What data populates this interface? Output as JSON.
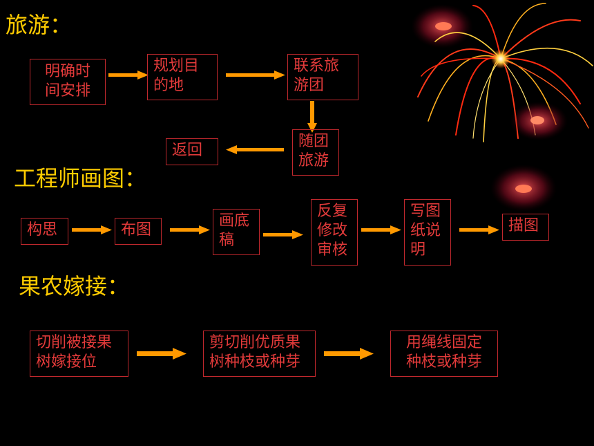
{
  "sections": {
    "travel": {
      "title": "旅游：",
      "steps": [
        "明确时\n间安排",
        "规划目\n的地",
        "联系旅\n游团",
        "随团\n旅游",
        "返回"
      ]
    },
    "engineer": {
      "title": "工程师画图：",
      "steps": [
        "构思",
        "布图",
        "画底\n稿",
        "反复\n修改\n审核",
        "写图\n纸说\n明",
        "描图"
      ]
    },
    "grafting": {
      "title": "果农嫁接：",
      "steps": [
        "切削被接果\n树嫁接位",
        "剪切削优质果\n树种枝或种芽",
        "用绳线固定\n种枝或种芽"
      ]
    }
  },
  "colors": {
    "background": "#000000",
    "heading": "#ffcc00",
    "box_border": "#c0282d",
    "box_text": "#e23a3a",
    "arrow": "#ff9900"
  }
}
